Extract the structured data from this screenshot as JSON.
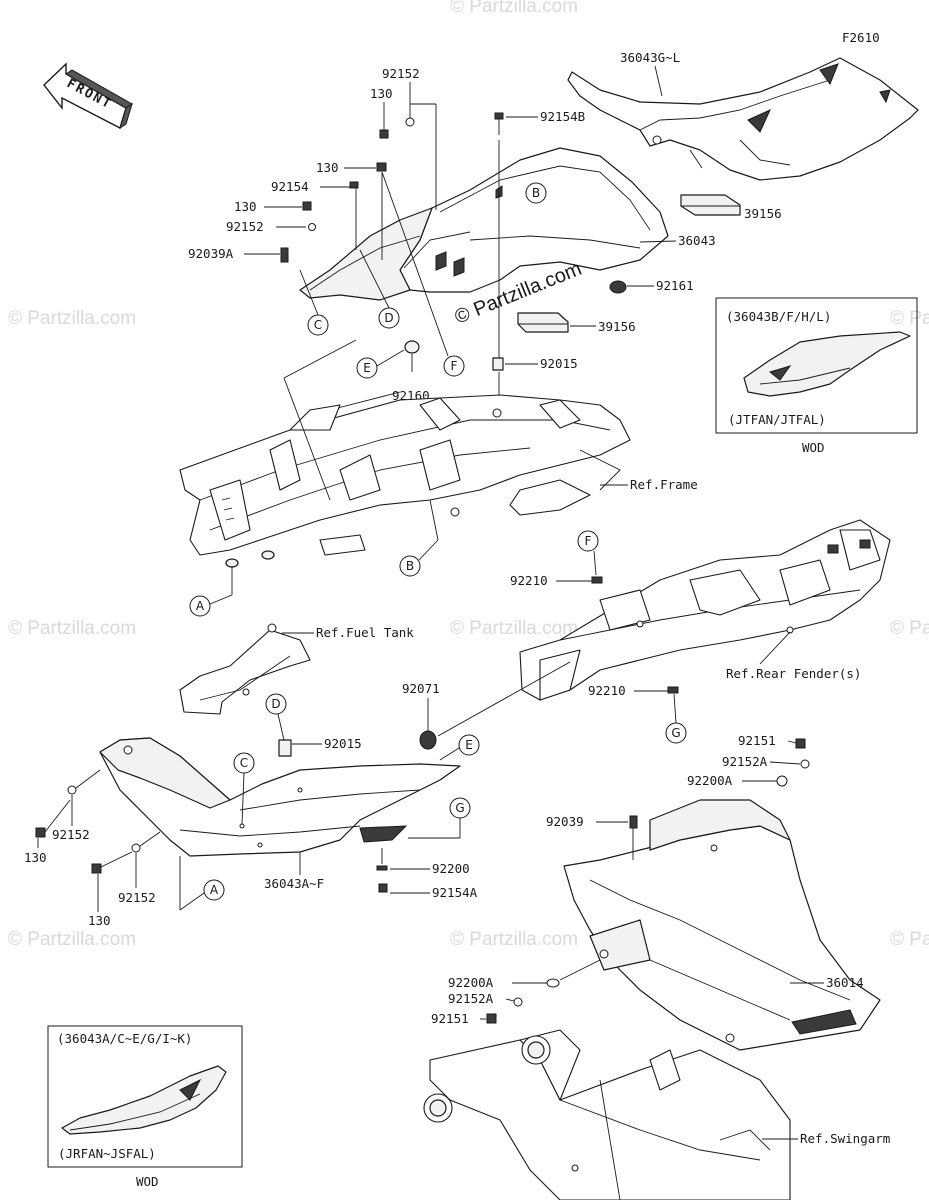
{
  "figure_code": "F2610",
  "front_label": "FRONT",
  "watermark": "© Partzilla.com",
  "watermark_main": "© Partzilla.com",
  "part_labels": {
    "p36043GL": "36043G~L",
    "p92152_top": "92152",
    "p130_top": "130",
    "p92154B": "92154B",
    "p130_mid": "130",
    "p92154": "92154",
    "p130_left": "130",
    "p92152_left": "92152",
    "p92039A": "92039A",
    "p39156_top": "39156",
    "p36043": "36043",
    "p92161": "92161",
    "p39156_mid": "39156",
    "p92015_top": "92015",
    "p92160": "92160",
    "ref_frame": "Ref.Frame",
    "p92210_top": "92210",
    "ref_fuel_tank": "Ref.Fuel Tank",
    "ref_rear_fender": "Ref.Rear Fender(s)",
    "p92071": "92071",
    "p92210_bot": "92210",
    "p92015_bot": "92015",
    "p92151_top": "92151",
    "p92152A_top": "92152A",
    "p92200A_top": "92200A",
    "p92039": "92039",
    "p92152_lo1": "92152",
    "p130_lo1": "130",
    "p92152_lo2": "92152",
    "p130_lo2": "130",
    "p92200": "92200",
    "p92154A": "92154A",
    "p36043AF": "36043A~F",
    "p92200A_bot": "92200A",
    "p92152A_bot": "92152A",
    "p92151_bot": "92151",
    "p36014": "36014",
    "ref_swingarm": "Ref.Swingarm"
  },
  "callouts": {
    "B_top": "B",
    "C_top": "C",
    "D_top": "D",
    "E_top": "E",
    "F_top": "F",
    "A_mid": "A",
    "B_mid": "B",
    "F_mid": "F",
    "G_mid": "G",
    "D_low": "D",
    "C_low": "C",
    "E_low": "E",
    "G_low": "G",
    "A_low": "A"
  },
  "inset_right": {
    "models": "(36043B/F/H/L)",
    "variants": "(JTFAN/JTFAL)",
    "note": "WOD"
  },
  "inset_left": {
    "models": "(36043A/C~E/G/I~K)",
    "variants": "(JRFAN~JSFAL)",
    "note": "WOD"
  }
}
